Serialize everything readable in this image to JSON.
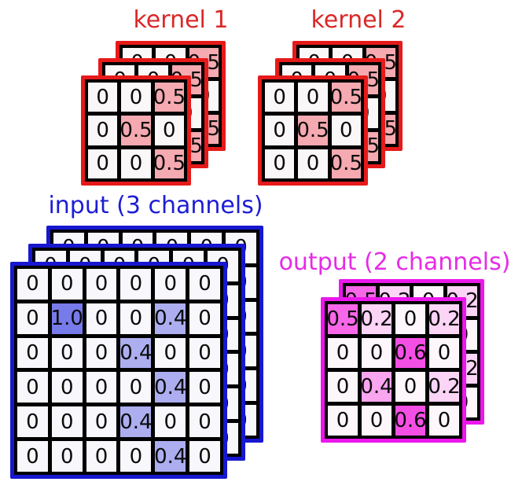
{
  "figure": {
    "background": "#ffffff",
    "grid_line_color": "#000000",
    "stacks": [
      {
        "name": "kernel-1",
        "title": "kernel 1",
        "layers": 3,
        "rows": 3,
        "cols": 3,
        "values": [
          [
            "0",
            "0",
            "0.5"
          ],
          [
            "0",
            "0.5",
            "0"
          ],
          [
            "0",
            "0",
            "0.5"
          ]
        ],
        "colors": {
          "accent": "#e61a1a",
          "title": "#da2828",
          "cell_bg": "#f9f7f7",
          "highlights": {
            "0.5": "#f5a9b0"
          }
        }
      },
      {
        "name": "kernel-2",
        "title": "kernel 2",
        "layers": 3,
        "rows": 3,
        "cols": 3,
        "values": [
          [
            "0",
            "0",
            "0.5"
          ],
          [
            "0",
            "0.5",
            "0"
          ],
          [
            "0",
            "0",
            "0.5"
          ]
        ],
        "colors": {
          "accent": "#e61a1a",
          "title": "#da2828",
          "cell_bg": "#f9f7f7",
          "highlights": {
            "0.5": "#f5a9b0"
          }
        }
      },
      {
        "name": "input",
        "title": "input (3 channels)",
        "layers": 3,
        "rows": 6,
        "cols": 6,
        "values": [
          [
            "0",
            "0",
            "0",
            "0",
            "0",
            "0"
          ],
          [
            "0",
            "1.0",
            "0",
            "0",
            "0.4",
            "0"
          ],
          [
            "0",
            "0",
            "0",
            "0.4",
            "0",
            "0"
          ],
          [
            "0",
            "0",
            "0",
            "0",
            "0.4",
            "0"
          ],
          [
            "0",
            "0",
            "0",
            "0.4",
            "0",
            "0"
          ],
          [
            "0",
            "0",
            "0",
            "0",
            "0.4",
            "0"
          ]
        ],
        "colors": {
          "accent": "#1717d1",
          "title": "#1d1dd6",
          "cell_bg": "#f8f8fc",
          "highlights": {
            "1.0": "#777ae9",
            "0.4": "#acaef0"
          }
        }
      },
      {
        "name": "output",
        "title": "output (2 channels)",
        "layers": 2,
        "rows": 4,
        "cols": 4,
        "values": [
          [
            "0.5",
            "0.2",
            "0",
            "0.2"
          ],
          [
            "0",
            "0",
            "0.6",
            "0"
          ],
          [
            "0",
            "0.4",
            "0",
            "0.2"
          ],
          [
            "0",
            "0",
            "0.6",
            "0"
          ]
        ],
        "colors": {
          "accent": "#ec17ec",
          "title": "#e62be6",
          "cell_bg": "#fdf7fc",
          "highlights": {
            "0.6": "#f44fe4",
            "0.5": "#f767e8",
            "0.4": "#f9a5ef",
            "0.2": "#fbd4f6"
          }
        }
      }
    ]
  }
}
